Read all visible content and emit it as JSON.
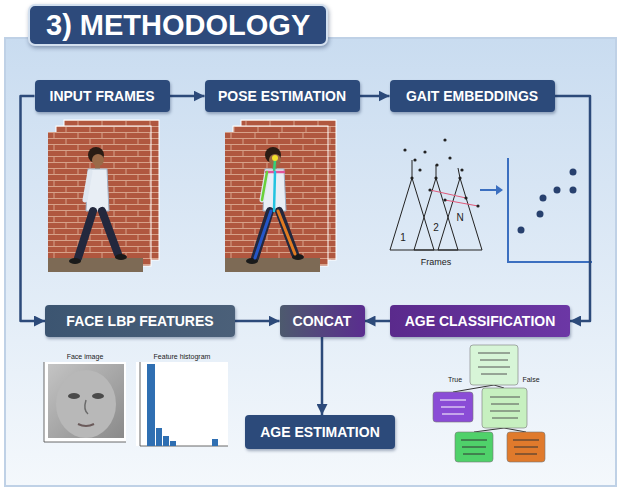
{
  "diagram": {
    "title": "3) METHODOLOGY",
    "nodes": [
      {
        "text": [
          "INPUT FRAMES"
        ]
      },
      {
        "text": [
          "POSE ESTIMATION"
        ]
      },
      {
        "text": [
          "GAIT EMBEDDINGS"
        ]
      },
      {
        "text": [
          "FACE LBP FEATURES"
        ]
      },
      {
        "text": [
          "CONCAT"
        ]
      },
      {
        "text": [
          "AGE CLASSIFICATION"
        ]
      },
      {
        "text": [
          "AGE ESTIMATION"
        ]
      }
    ],
    "edges": [
      {
        "from": 0,
        "to": 1,
        "arrow": "to"
      },
      {
        "from": 1,
        "to": 2,
        "arrow": "to"
      },
      {
        "from": 2,
        "to": 5,
        "arrow": "to"
      },
      {
        "from": 0,
        "to": 3,
        "arrow": "to"
      },
      {
        "from": 3,
        "to": 4,
        "arrow": "to"
      },
      {
        "from": 5,
        "to": 4,
        "arrow": "to"
      },
      {
        "from": 4,
        "to": 6,
        "arrow": "to"
      }
    ],
    "labels": [
      "1",
      "2",
      "N",
      "Frames",
      "Face image",
      "Feature histogram",
      "True",
      "False"
    ]
  }
}
